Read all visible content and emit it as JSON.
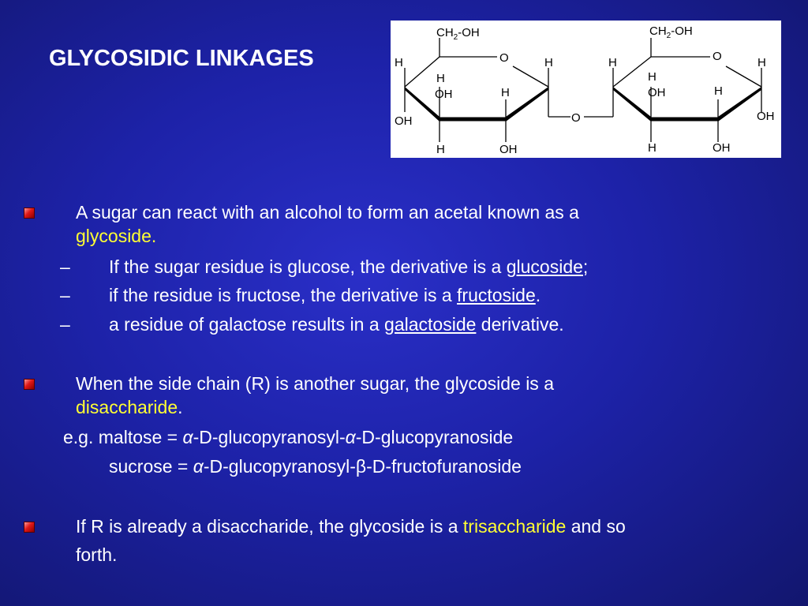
{
  "title": "GLYCOSIDIC LINKAGES",
  "diagram": {
    "labels": {
      "ch2oh_left": "CH",
      "ch2oh_sub": "2",
      "ch2oh_tail": "-OH",
      "ring_o": "O",
      "h": "H",
      "oh": "OH",
      "bridge_o": "O"
    }
  },
  "bullets": [
    {
      "text": "A sugar can react with an alcohol to form an acetal known as a",
      "highlight": "glycoside."
    },
    {
      "text": "When the side chain (R) is another sugar, the glycoside is a",
      "highlight": "disaccharide",
      "after": "."
    },
    {
      "text_before": "If R is already a disaccharide, the glycoside is a",
      "highlight": "trisaccharide",
      "text_after": "and so",
      "line2": "forth."
    }
  ],
  "sub_items": [
    {
      "dash": "–",
      "before": "If the sugar residue is glucose, the derivative is a",
      "term": "glucoside",
      "after": ";"
    },
    {
      "dash": "–",
      "before": "if the residue is fructose, the derivative is a",
      "term": "fructoside",
      "after": "."
    },
    {
      "dash": "–",
      "before": "a residue of galactose results in a",
      "term": "galactoside",
      "after": "derivative."
    }
  ],
  "examples": {
    "maltose_prefix": "e.g. maltose = ",
    "alpha": "α",
    "maltose_mid": "-D-glucopyranosyl-",
    "maltose_end": "-D-glucopyranoside",
    "sucrose_prefix": "sucrose = ",
    "sucrose_end": "-D-glucopyranosyl-β-D-fructofuranoside"
  }
}
